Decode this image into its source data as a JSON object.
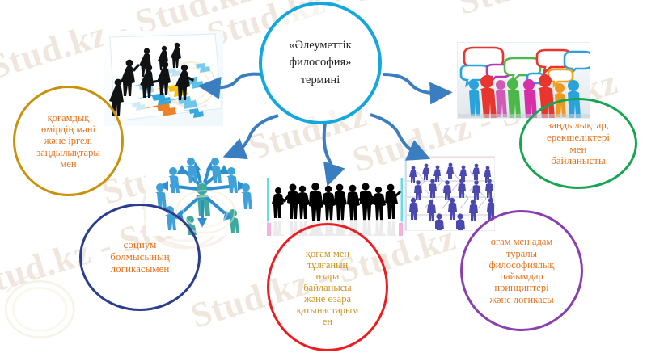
{
  "diagram": {
    "title_node": {
      "text": "«Әлеуметтік философия» термині",
      "lines": [
        "«Әлеуметтік",
        "философия»",
        "термині"
      ],
      "border_color": "#13a7e0",
      "text_color": "#231f20"
    },
    "nodes": [
      {
        "id": "left-top",
        "lines": [
          "қоғамдық",
          "өмірдің мәні",
          "және іргелі",
          "заңдылықтары",
          "мен"
        ],
        "border_color": "#c8930b",
        "text_color": "#e8721c"
      },
      {
        "id": "right-top",
        "lines": [
          "заңдылықтар,",
          "ерекшеліктері",
          "мен",
          "байланысты"
        ],
        "border_color": "#16a552",
        "text_color": "#e8721c"
      },
      {
        "id": "left-bottom",
        "lines": [
          "социум",
          "болмысының",
          "логикасымен"
        ],
        "border_color": "#2a3f8f",
        "text_color": "#e8721c"
      },
      {
        "id": "center-bottom",
        "lines": [
          "қоғам мен",
          "тұлғаның",
          "өзара",
          "байланысы",
          "және өзара",
          "қатынастарым",
          "ен"
        ],
        "border_color": "#ee1c20",
        "text_color": "#cf9321"
      },
      {
        "id": "right-bottom",
        "lines": [
          "оғам мен адам",
          "туралы",
          "философиялық",
          "пайымдар",
          "принциптері",
          "және логикасы"
        ],
        "border_color": "#8a3fb0",
        "text_color": "#e8721c"
      }
    ],
    "images": [
      {
        "id": "businessmen-puzzle",
        "alt": "businessmen-silhouettes-on-puzzle-pieces-image"
      },
      {
        "id": "speech-bubble-people",
        "alt": "colorful-3d-people-with-speech-bubbles-image"
      },
      {
        "id": "network-hub",
        "alt": "blue-figures-radiating-arrows-network-image"
      },
      {
        "id": "crowd-silhouettes",
        "alt": "black-people-silhouettes-crowd-image"
      },
      {
        "id": "people-grid",
        "alt": "purple-figures-connected-grid-image"
      }
    ],
    "arrows": [
      {
        "id": "center-to-puzzle",
        "direction": "left",
        "color": "#3a7dc0"
      },
      {
        "id": "center-to-speech",
        "direction": "right",
        "color": "#3a7dc0"
      },
      {
        "id": "center-to-network",
        "direction": "down-left",
        "color": "#3a7dc0"
      },
      {
        "id": "center-to-crowd",
        "direction": "down",
        "color": "#3a7dc0"
      },
      {
        "id": "center-to-grid",
        "direction": "down-right",
        "color": "#3a7dc0"
      }
    ],
    "watermark": {
      "text": "Stud.kz - Stud.kz",
      "color": "#efe7dd"
    }
  }
}
